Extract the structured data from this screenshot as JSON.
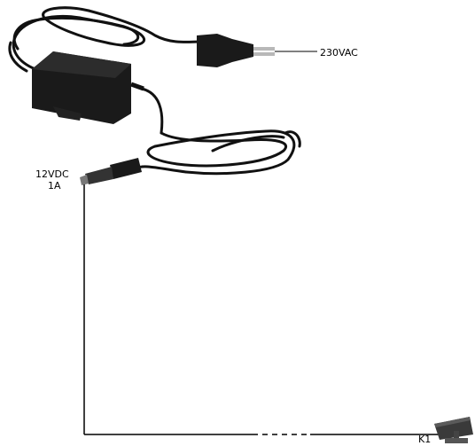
{
  "labels": {
    "mains": "230VAC",
    "output_voltage": "12VDC",
    "output_current": "1A",
    "camera": "K1"
  },
  "colors": {
    "cable": "#111111",
    "adapter_body": "#1a1a1a",
    "line": "#000000",
    "plug_pins": "#b8b8b8",
    "camera_body": "#3a3a3a"
  },
  "icons": [
    "power-adapter-icon",
    "euro-plug-icon",
    "dc-jack-icon",
    "cctv-camera-icon"
  ]
}
